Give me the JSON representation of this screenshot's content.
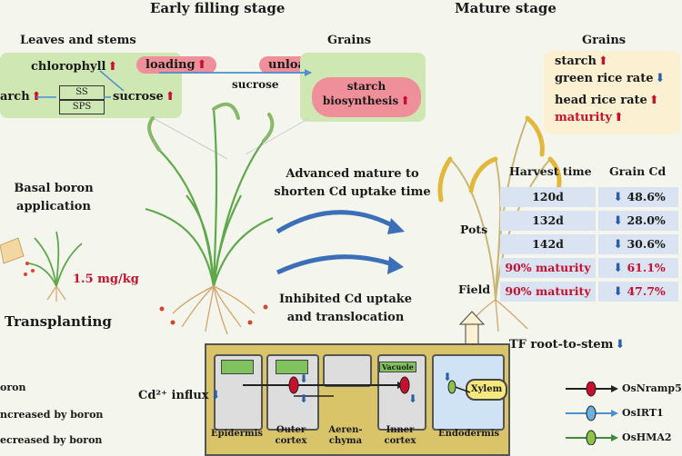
{
  "titles": {
    "early": "Early filling stage",
    "mature": "Mature stage"
  },
  "leaves": {
    "title": "Leaves and stems",
    "chlorophyll": "chlorophyll",
    "starch": "arch",
    "sucrose": "sucrose",
    "ss": "SS",
    "sps": "SPS"
  },
  "transport": {
    "loading": "loading",
    "unloading": "unloading",
    "sucrose": "sucrose"
  },
  "grains_early": {
    "title": "Grains",
    "starch_bio": "starch biosynthesis"
  },
  "grains_mature": {
    "title": "Grains",
    "items": [
      "starch",
      "green rice rate",
      "head rice rate",
      "maturity"
    ]
  },
  "boron": {
    "basal": "Basal boron application",
    "dose": "1.5 mg/kg",
    "transplant": "Transplanting"
  },
  "middle": {
    "advanced": "Advanced mature to shorten Cd uptake time",
    "inhibited": "Inhibited Cd uptake and translocation"
  },
  "table": {
    "header_time": "Harvest time",
    "header_cd": "Grain Cd",
    "group_pots": "Pots",
    "group_field": "Field",
    "rows": [
      {
        "time": "120d",
        "cd": "48.6%"
      },
      {
        "time": "132d",
        "cd": "28.0%"
      },
      {
        "time": "142d",
        "cd": "30.6%"
      },
      {
        "time": "90% maturity",
        "cd": "61.1%"
      },
      {
        "time": "90% maturity",
        "cd": "47.7%"
      }
    ]
  },
  "tf": "TF root-to-stem",
  "root": {
    "influx": "Cd²⁺ influx",
    "vacuole": "Vacuole",
    "xylem": "Xylem",
    "layers": [
      "Epidermis",
      "Outer cortex",
      "Aeren-chyma",
      "Inner cortex",
      "Endodermis"
    ]
  },
  "legend_left": [
    "oron",
    "ncreased by boron",
    "ecreased by boron"
  ],
  "legend_right": [
    "OsNramp5",
    "OsIRT1",
    "OsHMA2"
  ],
  "colors": {
    "up": "#c8102e",
    "down": "#2a5fa8",
    "pill": "#ef8f9a",
    "green": "#cfe8b3",
    "cell": "#d9e3f1"
  }
}
